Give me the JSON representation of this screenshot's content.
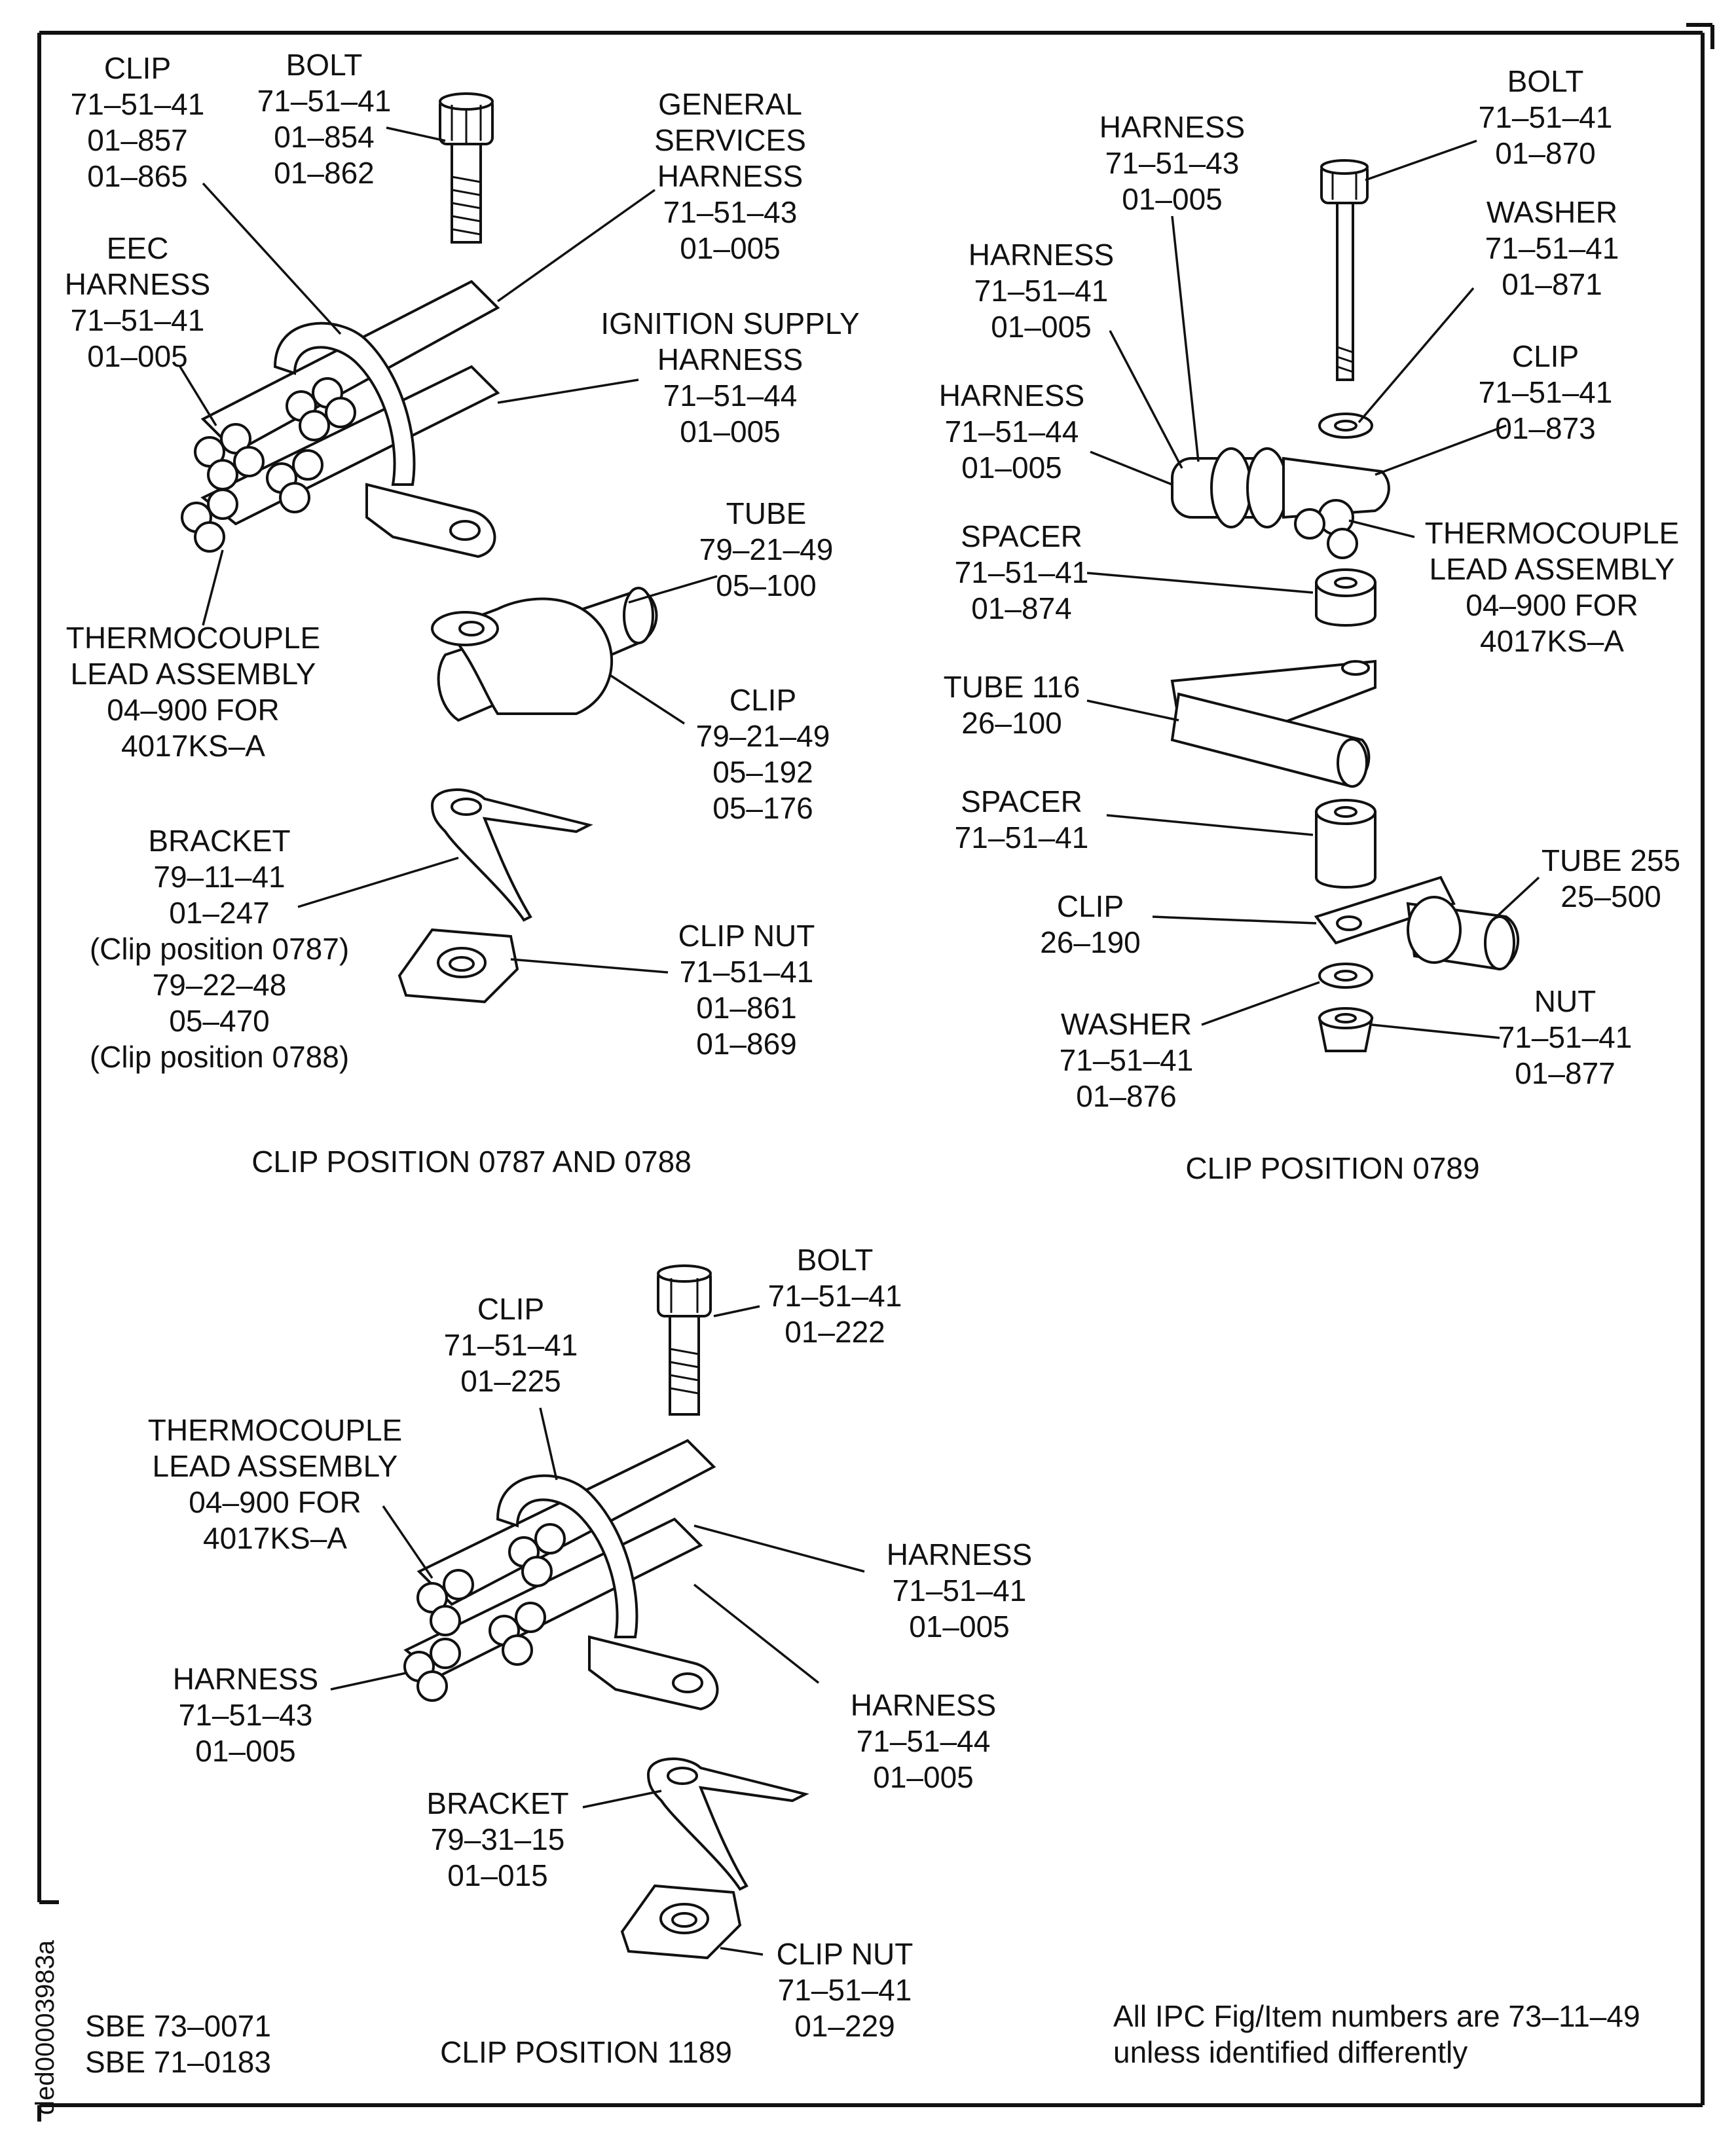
{
  "sections": {
    "pos0787": {
      "caption": "CLIP POSITION 0787 AND 0788",
      "callouts": [
        {
          "key": "clip",
          "lines": [
            "CLIP",
            "71–51–41",
            "01–857",
            "01–865"
          ]
        },
        {
          "key": "bolt",
          "lines": [
            "BOLT",
            "71–51–41",
            "01–854",
            "01–862"
          ]
        },
        {
          "key": "gen-harness",
          "lines": [
            "GENERAL",
            "SERVICES",
            "HARNESS",
            "71–51–43",
            "01–005"
          ]
        },
        {
          "key": "eec-harness",
          "lines": [
            "EEC",
            "HARNESS",
            "71–51–41",
            "01–005"
          ]
        },
        {
          "key": "ign-harness",
          "lines": [
            "IGNITION SUPPLY",
            "HARNESS",
            "71–51–44",
            "01–005"
          ]
        },
        {
          "key": "thermo",
          "lines": [
            "THERMOCOUPLE",
            "LEAD ASSEMBLY",
            "04–900 FOR",
            "4017KS–A"
          ]
        },
        {
          "key": "tube",
          "lines": [
            "TUBE",
            "79–21–49",
            "05–100"
          ]
        },
        {
          "key": "clip2",
          "lines": [
            "CLIP",
            "79–21–49",
            "05–192",
            "05–176"
          ]
        },
        {
          "key": "bracket",
          "lines": [
            "BRACKET",
            "79–11–41",
            "01–247",
            "(Clip position 0787)",
            "79–22–48",
            "05–470",
            "(Clip position 0788)"
          ]
        },
        {
          "key": "clipnut",
          "lines": [
            "CLIP NUT",
            "71–51–41",
            "01–861",
            "01–869"
          ]
        }
      ]
    },
    "pos0789": {
      "caption": "CLIP POSITION 0789",
      "callouts": [
        {
          "key": "bolt",
          "lines": [
            "BOLT",
            "71–51–41",
            "01–870"
          ]
        },
        {
          "key": "harness43",
          "lines": [
            "HARNESS",
            "71–51–43",
            "01–005"
          ]
        },
        {
          "key": "washer",
          "lines": [
            "WASHER",
            "71–51–41",
            "01–871"
          ]
        },
        {
          "key": "harness41",
          "lines": [
            "HARNESS",
            "71–51–41",
            "01–005"
          ]
        },
        {
          "key": "clip",
          "lines": [
            "CLIP",
            "71–51–41",
            "01–873"
          ]
        },
        {
          "key": "harness44",
          "lines": [
            "HARNESS",
            "71–51–44",
            "01–005"
          ]
        },
        {
          "key": "thermo",
          "lines": [
            "THERMOCOUPLE",
            "LEAD ASSEMBLY",
            "04–900 FOR",
            "4017KS–A"
          ]
        },
        {
          "key": "spacer1",
          "lines": [
            "SPACER",
            "71–51–41",
            "01–874"
          ]
        },
        {
          "key": "tube116",
          "lines": [
            "TUBE 116",
            "26–100"
          ]
        },
        {
          "key": "spacer2",
          "lines": [
            "SPACER",
            "71–51–41"
          ]
        },
        {
          "key": "tube255",
          "lines": [
            "TUBE 255",
            "25–500"
          ]
        },
        {
          "key": "clip26",
          "lines": [
            "CLIP",
            "26–190"
          ]
        },
        {
          "key": "nut",
          "lines": [
            "NUT",
            "71–51–41",
            "01–877"
          ]
        },
        {
          "key": "washer2",
          "lines": [
            "WASHER",
            "71–51–41",
            "01–876"
          ]
        }
      ]
    },
    "pos1189": {
      "caption": "CLIP POSITION 1189",
      "callouts": [
        {
          "key": "bolt",
          "lines": [
            "BOLT",
            "71–51–41",
            "01–222"
          ]
        },
        {
          "key": "clip",
          "lines": [
            "CLIP",
            "71–51–41",
            "01–225"
          ]
        },
        {
          "key": "thermo",
          "lines": [
            "THERMOCOUPLE",
            "LEAD ASSEMBLY",
            "04–900 FOR",
            "4017KS–A"
          ]
        },
        {
          "key": "harness41",
          "lines": [
            "HARNESS",
            "71–51–41",
            "01–005"
          ]
        },
        {
          "key": "harness43",
          "lines": [
            "HARNESS",
            "71–51–43",
            "01–005"
          ]
        },
        {
          "key": "harness44",
          "lines": [
            "HARNESS",
            "71–51–44",
            "01–005"
          ]
        },
        {
          "key": "bracket",
          "lines": [
            "BRACKET",
            "79–31–15",
            "01–015"
          ]
        },
        {
          "key": "clipnut",
          "lines": [
            "CLIP NUT",
            "71–51–41",
            "01–229"
          ]
        }
      ]
    }
  },
  "footer": {
    "sbe": [
      "SBE 73–0071",
      "SBE 71–0183"
    ],
    "note": [
      "All IPC Fig/Item numbers are 73–11–49",
      "unless identified differently"
    ],
    "drawing_id": "ded00003983a"
  }
}
